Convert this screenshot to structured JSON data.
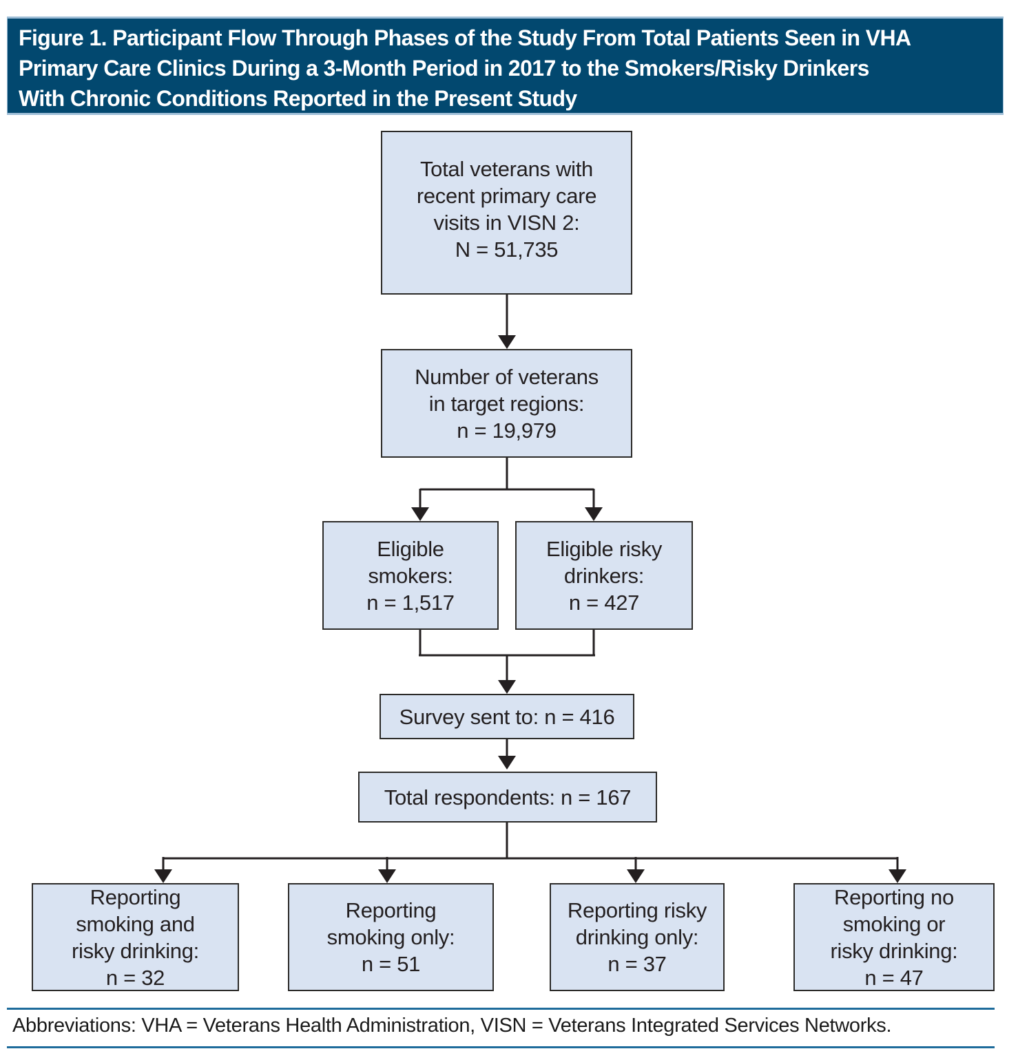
{
  "figure": {
    "label": "Figure 1.",
    "title_lines": [
      "Figure 1. Participant Flow Through Phases of the Study From Total Patients Seen in VHA",
      "Primary Care Clinics During a 3-Month Period in 2017 to the Smokers/Risky Drinkers",
      "With Chronic Conditions Reported in the Present Study"
    ]
  },
  "flowchart": {
    "boxes": {
      "total_veterans": {
        "lines": [
          "Total veterans with",
          "recent primary care",
          "visits in VISN 2:",
          "N = 51,735"
        ],
        "n": 51735
      },
      "target_regions": {
        "lines": [
          "Number of veterans",
          "in target regions:",
          "n = 19,979"
        ],
        "n": 19979
      },
      "eligible_smokers": {
        "lines": [
          "Eligible",
          "smokers:",
          "n = 1,517"
        ],
        "n": 1517
      },
      "eligible_risky_drinkers": {
        "lines": [
          "Eligible risky",
          "drinkers:",
          "n = 427"
        ],
        "n": 427
      },
      "survey_sent": {
        "lines": [
          "Survey sent to: n = 416"
        ],
        "n": 416
      },
      "total_respondents": {
        "lines": [
          "Total respondents: n = 167"
        ],
        "n": 167
      },
      "smoking_and_risky_drinking": {
        "lines": [
          "Reporting",
          "smoking and",
          "risky drinking:",
          "n = 32"
        ],
        "n": 32
      },
      "smoking_only": {
        "lines": [
          "Reporting",
          "smoking only:",
          "n = 51"
        ],
        "n": 51
      },
      "risky_drinking_only": {
        "lines": [
          "Reporting risky",
          "drinking only:",
          "n = 37"
        ],
        "n": 37
      },
      "no_smoking_or_risky_drinking": {
        "lines": [
          "Reporting no",
          "smoking or",
          "risky drinking:",
          "n = 47"
        ],
        "n": 47
      }
    }
  },
  "footer": {
    "abbreviations": "Abbreviations: VHA = Veterans Health Administration, VISN = Veterans Integrated Services Networks."
  },
  "colors": {
    "band_bg": "#02486f",
    "band_edge": "#9dbdd6",
    "box_bg": "#d9e3f2",
    "box_border": "#2b2a28",
    "line_color": "#231f20",
    "rule_color": "#1d6b9b",
    "title_color": "#ffffff",
    "text_color": "#231f20"
  }
}
